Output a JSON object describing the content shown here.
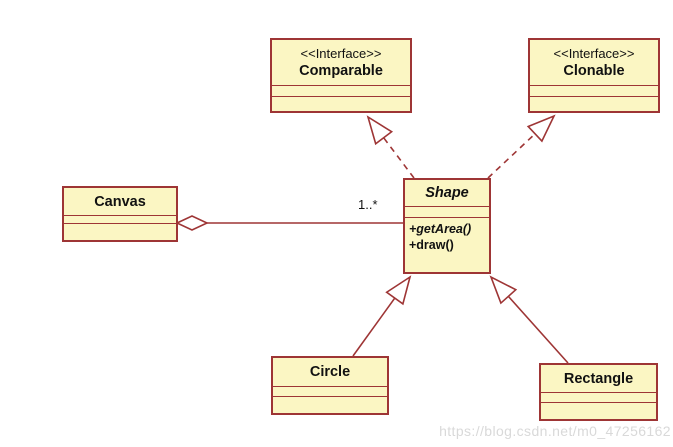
{
  "colors": {
    "box_fill": "#FBF6C3",
    "box_border": "#9E3535",
    "connector": "#9E3535",
    "text": "#111111",
    "watermark": "#D9D9D9",
    "background": "#FFFFFF"
  },
  "classes": {
    "comparable": {
      "stereotype": "<<Interface>>",
      "name": "Comparable"
    },
    "clonable": {
      "stereotype": "<<Interface>>",
      "name": "Clonable"
    },
    "shape": {
      "name": "Shape",
      "methods": [
        "+getArea()",
        "+draw()"
      ]
    },
    "canvas": {
      "name": "Canvas"
    },
    "circle": {
      "name": "Circle"
    },
    "rectangle": {
      "name": "Rectangle"
    }
  },
  "relations": {
    "canvas_shape": {
      "type": "aggregation",
      "multiplicity": "1..*"
    },
    "shape_comparable": {
      "type": "realization"
    },
    "shape_clonable": {
      "type": "realization"
    },
    "circle_shape": {
      "type": "generalization"
    },
    "rectangle_shape": {
      "type": "generalization"
    }
  },
  "watermark": "https://blog.csdn.net/m0_47256162"
}
